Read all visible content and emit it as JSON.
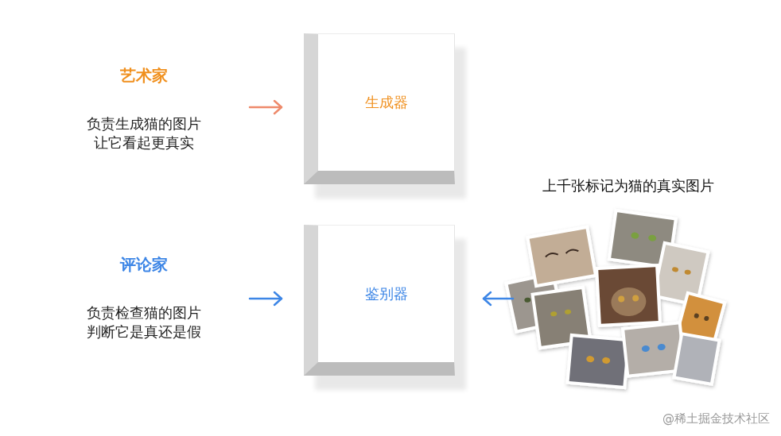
{
  "diagram": {
    "nodes": [
      {
        "text": [
          "艺术家",
          "负责生成猫的图片 让它看起更真实"
        ]
      },
      {
        "text": [
          "生成器"
        ]
      },
      {
        "text": [
          "评论家",
          "负责检查猫的图片 判断它是真还是假"
        ]
      },
      {
        "text": [
          "鉴别器"
        ]
      },
      {
        "text": [
          "上千张标记为猫的真实图片"
        ]
      }
    ],
    "edges": [
      {
        "from": 0,
        "to": 1,
        "arrow": "to"
      },
      {
        "from": 2,
        "to": 3,
        "arrow": "to"
      },
      {
        "from": 4,
        "to": 3,
        "arrow": "to"
      }
    ],
    "labels": [
      "@稀土掘金技术社区"
    ]
  }
}
